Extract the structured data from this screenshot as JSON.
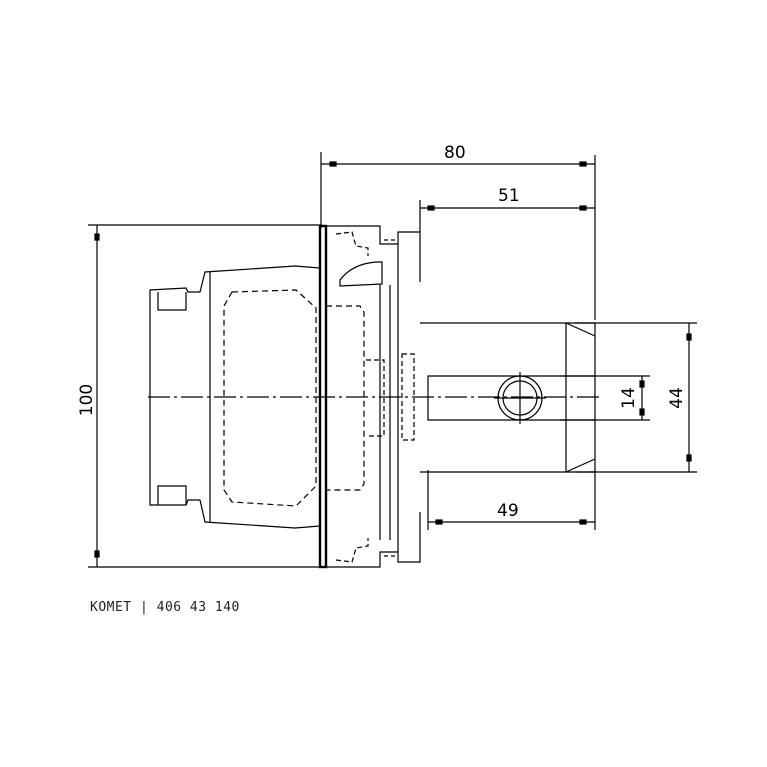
{
  "dimensions": {
    "overall_length": "80",
    "shank_length": "51",
    "bore_length": "49",
    "flange_diameter": "100",
    "bore_diameter": "14",
    "shank_diameter": "44"
  },
  "caption": "KOMET | 406 43 140",
  "line_color": "#000000"
}
